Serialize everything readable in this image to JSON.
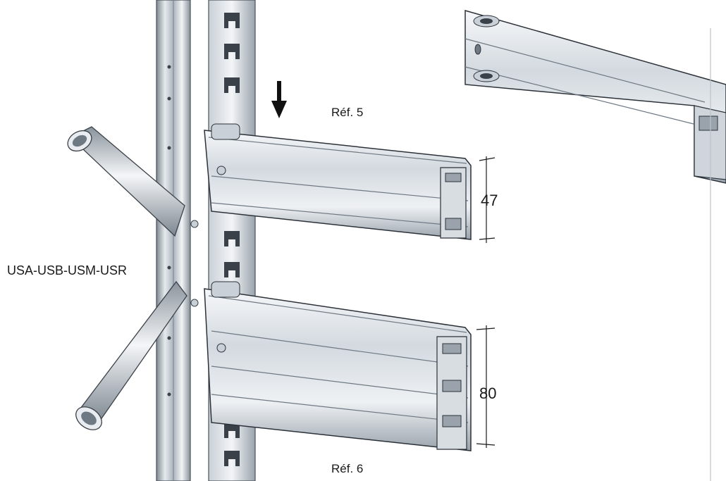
{
  "labels": {
    "ref_upper": "Réf. 5",
    "ref_lower": "Réf. 6",
    "dim_upper": "47",
    "dim_lower": "80",
    "series": "USA-USB-USM-USR"
  },
  "icons": {
    "arrow": "down-arrow-icon"
  },
  "colors": {
    "metal_light": "#e9edf1",
    "metal_mid": "#b9c2cb",
    "metal_dark": "#6f7983",
    "outline": "#2b3138",
    "slot": "#3b4148",
    "text": "#1a1a1a"
  }
}
